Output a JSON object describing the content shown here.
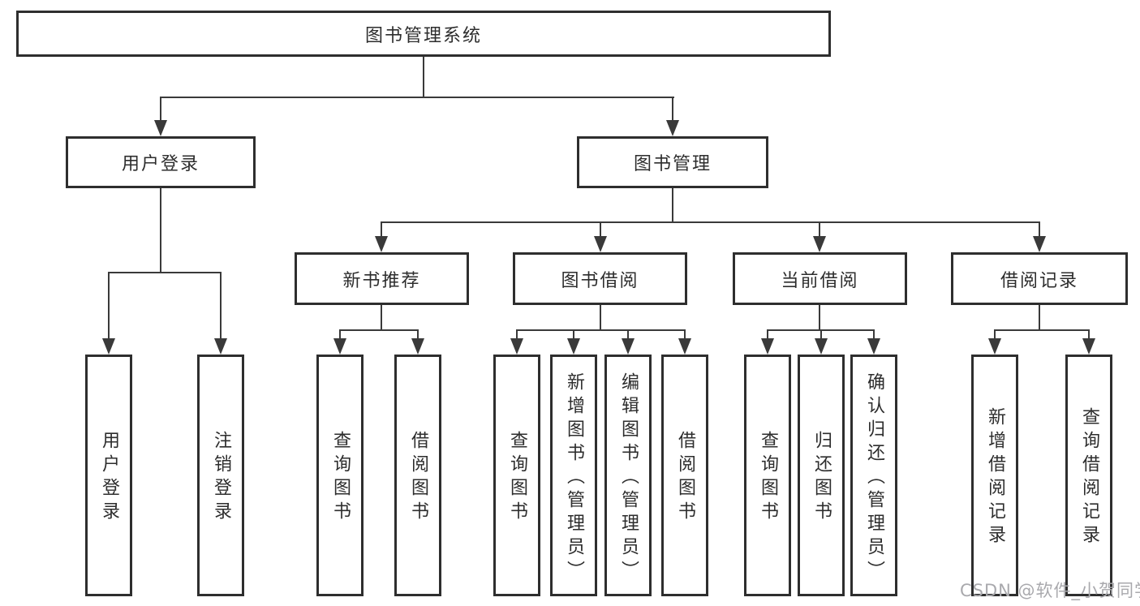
{
  "diagram": {
    "root": {
      "label": "图书管理系统"
    },
    "level2": [
      {
        "label": "用户登录"
      },
      {
        "label": "图书管理"
      }
    ],
    "level3": [
      {
        "label": "新书推荐"
      },
      {
        "label": "图书借阅"
      },
      {
        "label": "当前借阅"
      },
      {
        "label": "借阅记录"
      }
    ],
    "leaves": {
      "user_login": [
        {
          "label": "用户登录"
        },
        {
          "label": "注销登录"
        }
      ],
      "new_book_recommend": [
        {
          "label": "查询图书"
        },
        {
          "label": "借阅图书"
        }
      ],
      "book_borrow": [
        {
          "label": "查询图书"
        },
        {
          "label": "新增图书（管理员）"
        },
        {
          "label": "编辑图书（管理员）"
        },
        {
          "label": "借阅图书"
        }
      ],
      "current_borrow": [
        {
          "label": "查询图书"
        },
        {
          "label": "归还图书"
        },
        {
          "label": "确认归还（管理员）"
        }
      ],
      "borrow_records": [
        {
          "label": "新增借阅记录"
        },
        {
          "label": "查询借阅记录"
        }
      ]
    },
    "watermark": "CSDN @软件_小贺同学",
    "colors": {
      "line": "#3a3a3a",
      "border": "#2e2e2e",
      "text": "#2d2d2d",
      "watermark": "#a9a9ad",
      "background": "#ffffff"
    }
  }
}
